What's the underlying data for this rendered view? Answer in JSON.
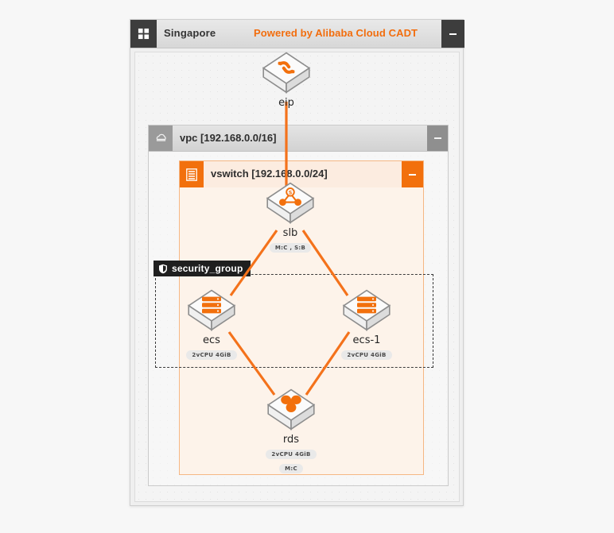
{
  "header": {
    "region_icon": "grid-icon",
    "region": "Singapore",
    "powered_by": "Powered by Alibaba Cloud CADT",
    "minimize_label": "-"
  },
  "vpc": {
    "icon": "cloud-icon",
    "title": "vpc [192.168.0.0/16]",
    "minimize_label": "-"
  },
  "vswitch": {
    "icon": "vswitch-icon",
    "title": "vswitch [192.168.0.0/24]",
    "minimize_label": "-"
  },
  "security_group": {
    "icon": "shield-icon",
    "label": "security_group"
  },
  "nodes": [
    {
      "id": "eip",
      "label": "eip",
      "icon": "link-icon",
      "badges": []
    },
    {
      "id": "slb",
      "label": "slb",
      "icon": "slb-icon",
      "badges": [
        "M:C , S:B"
      ]
    },
    {
      "id": "ecs",
      "label": "ecs",
      "icon": "server-icon",
      "badges": [
        "2vCPU  4GiB"
      ]
    },
    {
      "id": "ecs-1",
      "label": "ecs-1",
      "icon": "server-icon",
      "badges": [
        "2vCPU  4GiB"
      ]
    },
    {
      "id": "rds",
      "label": "rds",
      "icon": "rds-icon",
      "badges": [
        "2vCPU  4GiB",
        "M:C"
      ]
    }
  ],
  "connections": [
    {
      "from": "eip",
      "to": "slb"
    },
    {
      "from": "slb",
      "to": "ecs"
    },
    {
      "from": "slb",
      "to": "ecs-1"
    },
    {
      "from": "ecs",
      "to": "rds"
    },
    {
      "from": "ecs-1",
      "to": "rds"
    }
  ],
  "colors": {
    "accent": "#f2700d",
    "link": "#f4721b",
    "panel_bg": "#fdf3ea",
    "panel_border": "#f5b784",
    "dark": "#1f1f1f"
  }
}
